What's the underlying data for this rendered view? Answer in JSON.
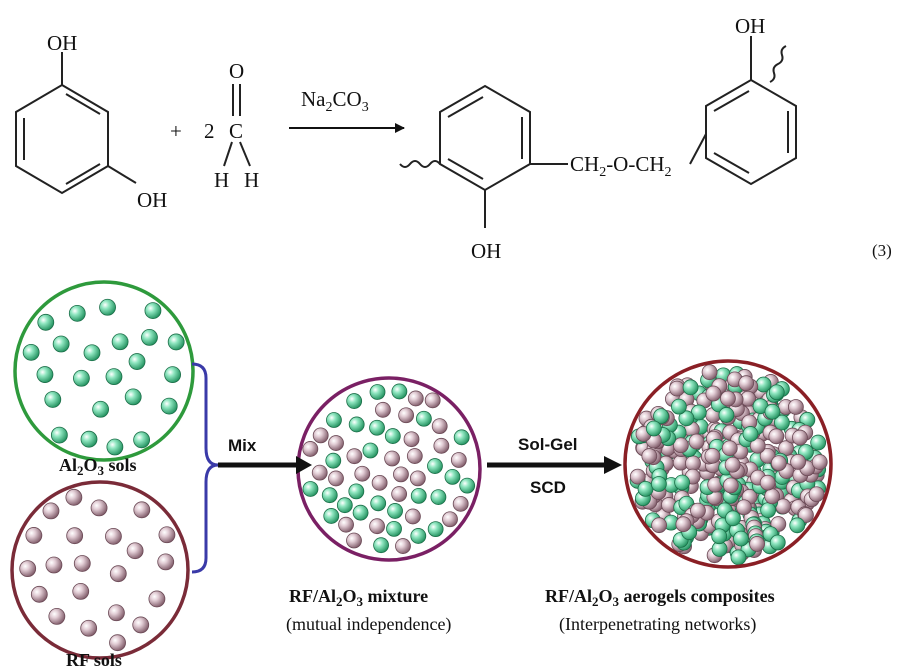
{
  "reaction": {
    "oh_top_left": "OH",
    "oh_bottom_left": "OH",
    "plus": "+",
    "coeff": "2",
    "carbonyl_o": "O",
    "carbonyl_c": "C",
    "h_left": "H",
    "h_right": "H",
    "catalyst_na": "Na",
    "catalyst_2": "2",
    "catalyst_co": "CO",
    "catalyst_3": "3",
    "product_oh_bottom": "OH",
    "product_oh_top": "OH",
    "bridge_a": "CH",
    "bridge_sub1": "2",
    "bridge_b": "-O-CH",
    "bridge_sub2": "2",
    "eq_number": "(3)"
  },
  "process": {
    "al2o3_label_a": "Al",
    "al2o3_label_sub1": "2",
    "al2o3_label_b": "O",
    "al2o3_label_sub2": "3",
    "al2o3_label_c": " sols",
    "rf_label": "RF sols",
    "mix_label": "Mix",
    "solgel_label": "Sol-Gel",
    "scd_label": "SCD",
    "mixture_a": "RF/Al",
    "mixture_sub1": "2",
    "mixture_b": "O",
    "mixture_sub2": "3",
    "mixture_c": " mixture",
    "mixture_sub": "(mutual independence)",
    "composite_a": "RF/Al",
    "composite_sub1": "2",
    "composite_b": "O",
    "composite_sub2": "3",
    "composite_c": " aerogels composites",
    "composite_sub": "(Interpenetrating networks)"
  },
  "colors": {
    "green_ring": "#2e9a3c",
    "maroon_ring": "#7a2b38",
    "purple_ring": "#7a2064",
    "darkred_ring": "#8a1f25",
    "bracket_blue": "#3a3aa8",
    "green_ball": "#3fbf86",
    "pink_ball": "#b99aa6"
  }
}
